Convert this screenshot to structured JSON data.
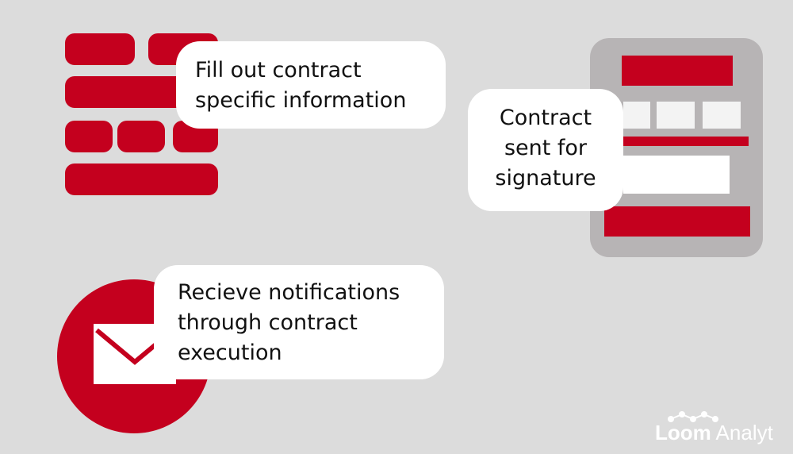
{
  "steps": [
    {
      "lines": [
        "Fill out contract",
        "specific information"
      ]
    },
    {
      "lines": [
        "Contract",
        "sent for",
        "signature"
      ]
    },
    {
      "lines": [
        "Recieve notifications",
        "through contract",
        "execution"
      ]
    }
  ],
  "logo": {
    "bold": "Loom",
    "light": " Analyt"
  },
  "colors": {
    "background": "#dcdcdc",
    "accent": "#c4001e",
    "bubble": "#ffffff",
    "frame_gray": "#b7b4b5",
    "text": "#111111"
  },
  "icons": [
    "brick-wall-icon",
    "contract-document-icon",
    "envelope-icon",
    "loom-logo-icon"
  ]
}
